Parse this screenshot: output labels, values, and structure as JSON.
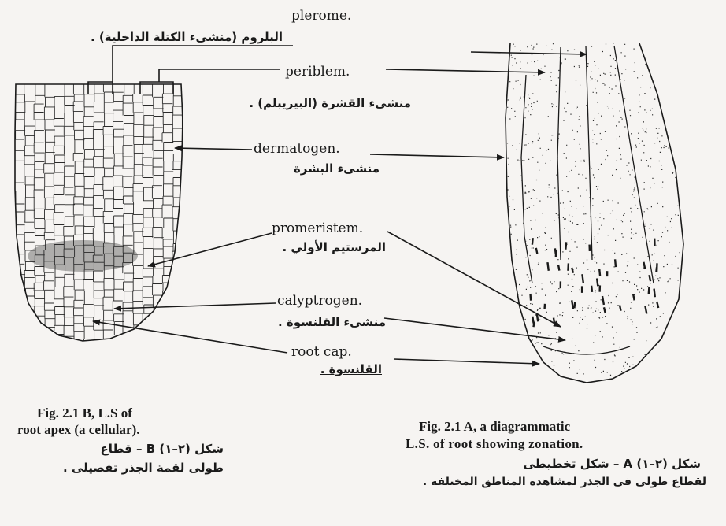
{
  "labels": [
    {
      "key": "pleromeEn",
      "text": "plerome."
    },
    {
      "key": "pleromeAr",
      "text": "البلروم (منشىء الكتلة الداخلية) ."
    },
    {
      "key": "periblemEn",
      "text": "periblem."
    },
    {
      "key": "periblemAr",
      "text": "منشىء القشرة (البيريبلم) ."
    },
    {
      "key": "dermEn",
      "text": "dermatogen."
    },
    {
      "key": "dermAr",
      "text": "منشىء البشرة"
    },
    {
      "key": "promEn",
      "text": "promeristem."
    },
    {
      "key": "promAr",
      "text": "المرستيم الأولي ."
    },
    {
      "key": "calyEn",
      "text": "calyptrogen."
    },
    {
      "key": "calyAr",
      "text": "منشىء القلنسوة ."
    },
    {
      "key": "capEn",
      "text": "root cap."
    },
    {
      "key": "capAr",
      "text": "القلنسوة ."
    }
  ],
  "captions": {
    "left": {
      "line1": "Fig. 2.1 B, L.S of",
      "line2": "root apex (a cellular).",
      "ar1": "شكل (٢–١)   B – قطاع",
      "ar2": "طولى لقمة الجذر تفصيلى ."
    },
    "right": {
      "line1": "Fig. 2.1 A, a diagrammatic",
      "line2": "L.S. of root showing zonation.",
      "ar1": "شكل (٢–١)   A – شكل تخطيطى",
      "ar2": "لقطاع طولى فى الجذر لمشاهدة المناطق المختلفة ."
    }
  }
}
